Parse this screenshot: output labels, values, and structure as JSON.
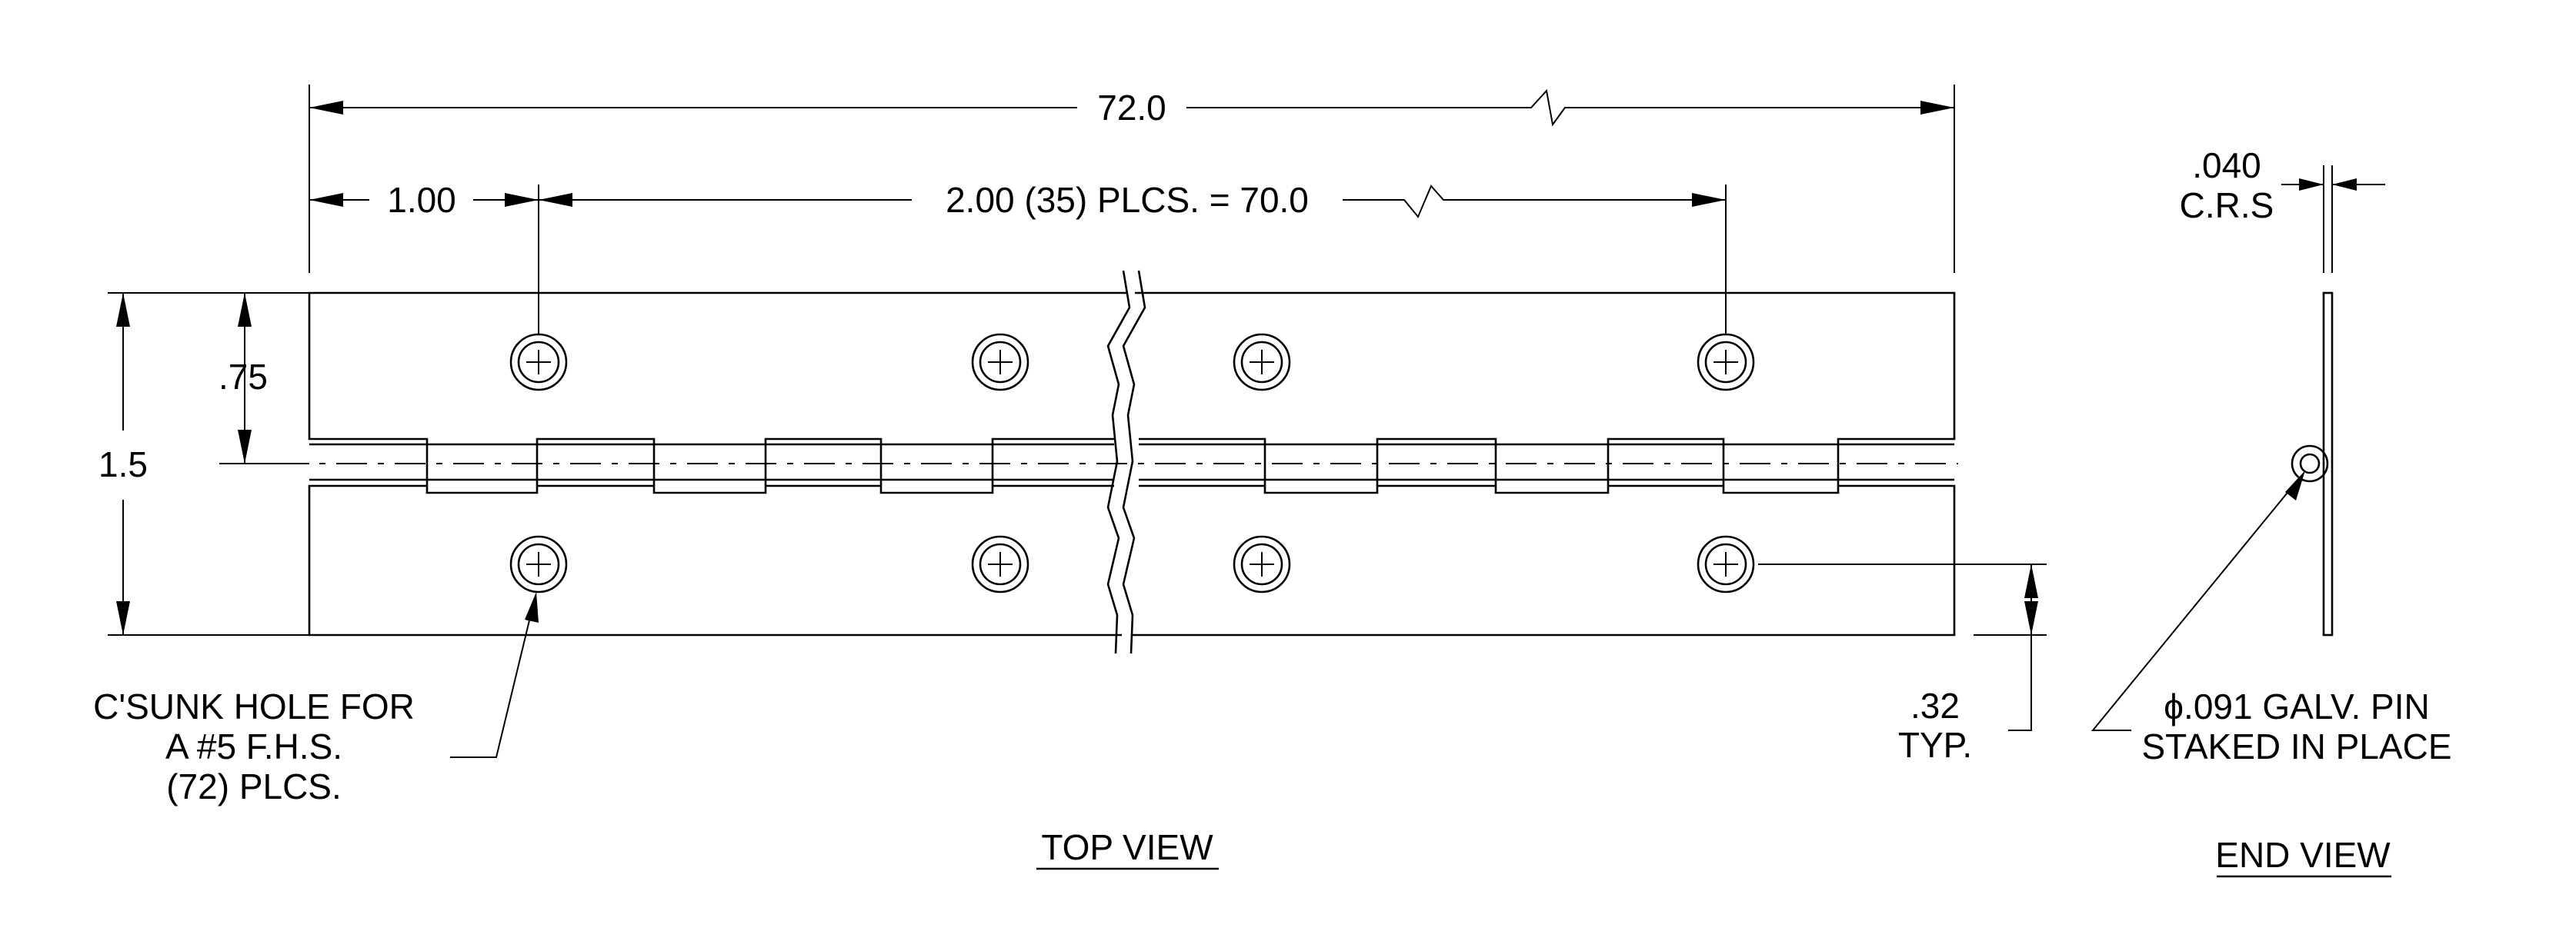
{
  "dimensions": {
    "overall_length": "72.0",
    "first_hole_offset": "1.00",
    "hole_pitch": "2.00 (35) PLCS. = 70.0",
    "width": "1.5",
    "hole_row_offset": ".75",
    "edge_offset_value": ".32",
    "edge_offset_suffix": "TYP.",
    "thickness_value": ".040",
    "thickness_material": "C.R.S"
  },
  "notes": {
    "hole_line1": "C'SUNK HOLE FOR",
    "hole_line2": "A #5 F.H.S.",
    "hole_line3": "(72) PLCS.",
    "pin_line1": "ϕ.091 GALV. PIN",
    "pin_line2": "STAKED IN PLACE"
  },
  "views": {
    "top": "TOP VIEW",
    "end": "END VIEW"
  }
}
